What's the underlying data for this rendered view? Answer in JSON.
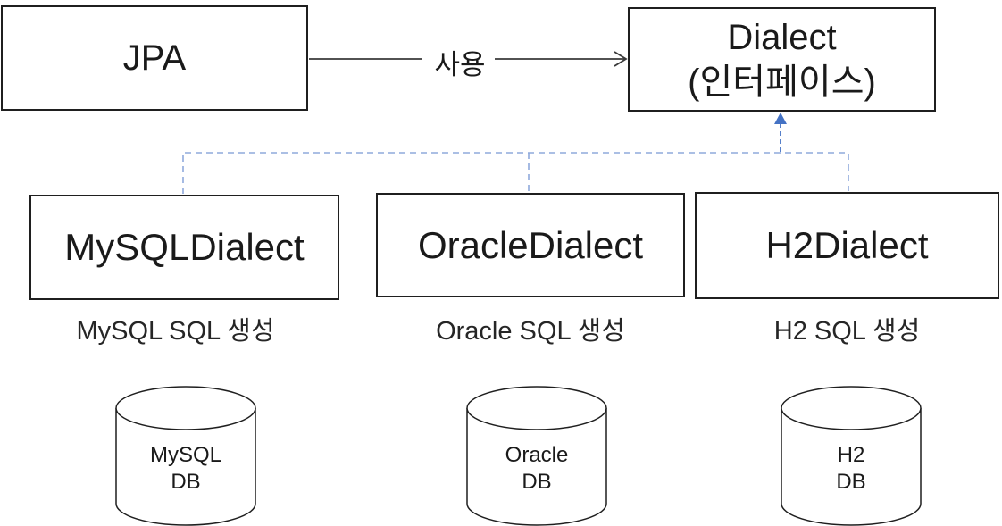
{
  "diagram": {
    "jpa_box": {
      "label": "JPA"
    },
    "dialect_box": {
      "line1": "Dialect",
      "line2": "(인터페이스)"
    },
    "use_arrow": {
      "label": "사용"
    },
    "dialects": [
      {
        "name": "MySQLDialect",
        "caption": "MySQL SQL 생성",
        "db_line1": "MySQL",
        "db_line2": "DB"
      },
      {
        "name": "OracleDialect",
        "caption": "Oracle SQL 생성",
        "db_line1": "Oracle",
        "db_line2": "DB"
      },
      {
        "name": "H2Dialect",
        "caption": "H2 SQL 생성",
        "db_line1": "H2",
        "db_line2": "DB"
      }
    ],
    "colors": {
      "box_border": "#1f1f1f",
      "arrow_line": "#3a3a3a",
      "connector_dashed_blue": "#8FAADC",
      "inheritance_arrow_blue": "#4472C4"
    }
  }
}
